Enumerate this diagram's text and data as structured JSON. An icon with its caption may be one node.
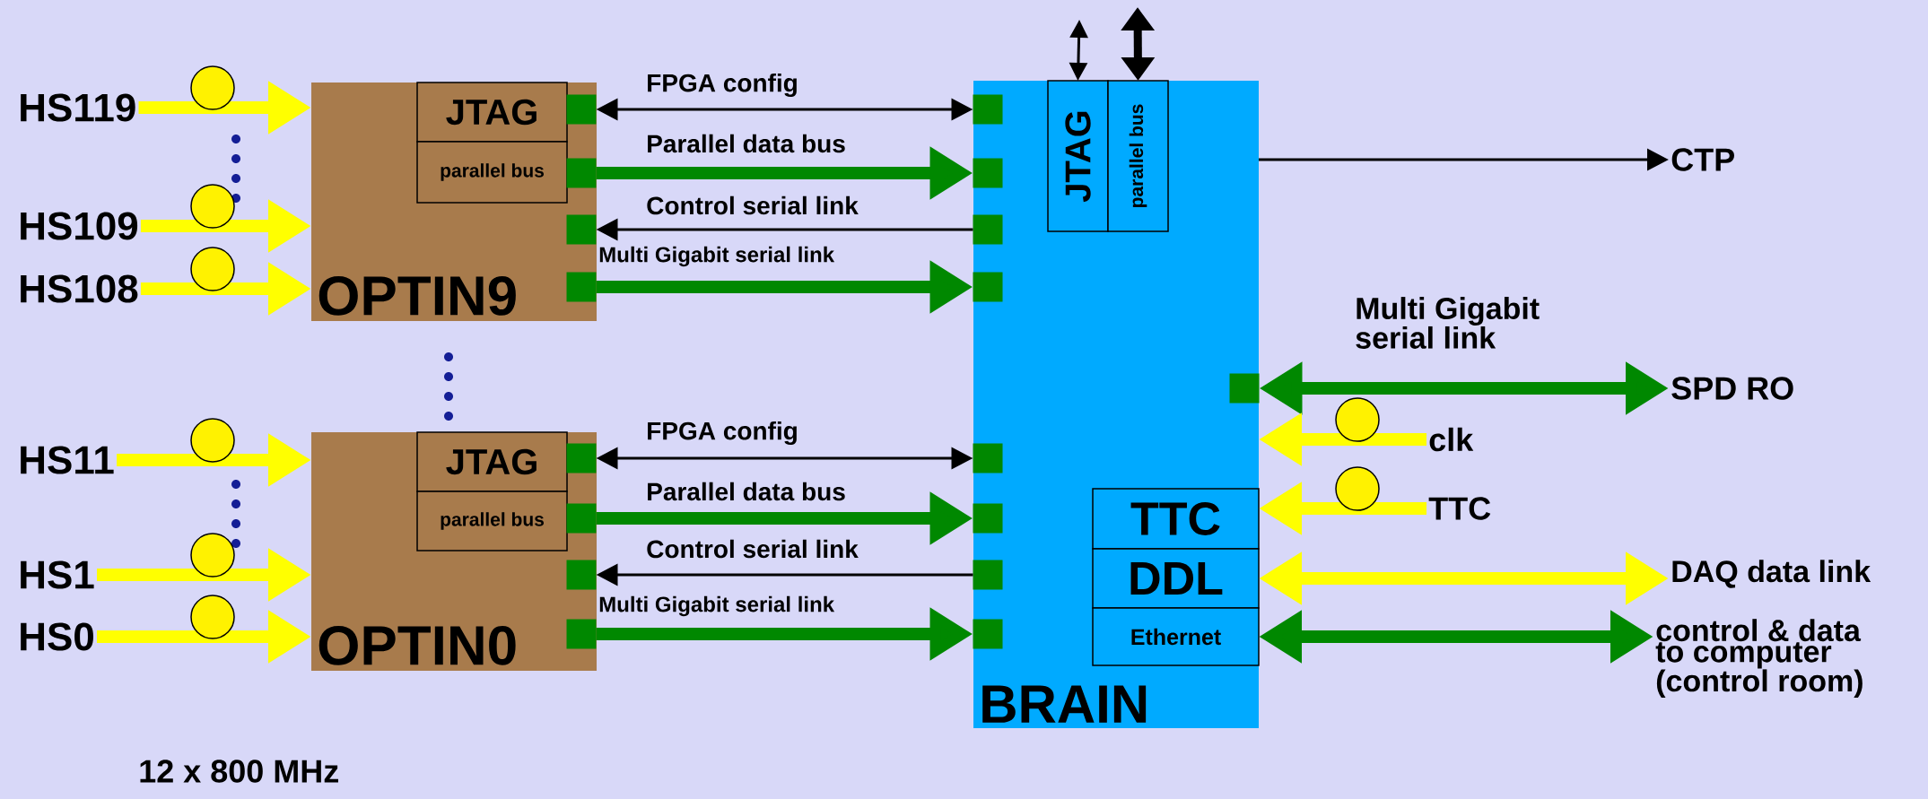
{
  "diagram": {
    "nodes": [
      {
        "text": [
          "HS119"
        ]
      },
      {
        "text": [
          "HS109"
        ]
      },
      {
        "text": [
          "HS108"
        ]
      },
      {
        "text": [
          "OPTIN9"
        ]
      },
      {
        "text": [
          "JTAG"
        ],
        "in": 3
      },
      {
        "text": [
          "parallel bus"
        ],
        "in": 3
      },
      {
        "text": [],
        "shape": "box",
        "in": 3
      },
      {
        "text": [],
        "shape": "box",
        "in": 3
      },
      {
        "text": [],
        "shape": "box",
        "in": 3
      },
      {
        "text": [],
        "shape": "box",
        "in": 3
      },
      {
        "text": [
          "HS11"
        ]
      },
      {
        "text": [
          "HS1"
        ]
      },
      {
        "text": [
          "HS0"
        ]
      },
      {
        "text": [
          "OPTIN0"
        ]
      },
      {
        "text": [
          "JTAG"
        ],
        "in": 13
      },
      {
        "text": [
          "parallel bus"
        ],
        "in": 13
      },
      {
        "text": [],
        "shape": "box",
        "in": 13
      },
      {
        "text": [],
        "shape": "box",
        "in": 13
      },
      {
        "text": [],
        "shape": "box",
        "in": 13
      },
      {
        "text": [],
        "shape": "box",
        "in": 13
      },
      {
        "text": [
          "BRAIN"
        ]
      },
      {
        "text": [
          "JTAG"
        ],
        "in": 20
      },
      {
        "text": [
          "parallel bus"
        ],
        "in": 20
      },
      {
        "text": [],
        "shape": "box",
        "in": 20
      },
      {
        "text": [],
        "shape": "box",
        "in": 20
      },
      {
        "text": [],
        "shape": "box",
        "in": 20
      },
      {
        "text": [],
        "shape": "box",
        "in": 20
      },
      {
        "text": [],
        "shape": "box",
        "in": 20
      },
      {
        "text": [],
        "shape": "box",
        "in": 20
      },
      {
        "text": [],
        "shape": "box",
        "in": 20
      },
      {
        "text": [],
        "shape": "box",
        "in": 20
      },
      {
        "text": [],
        "shape": "box",
        "in": 20
      },
      {
        "text": [
          "TTC"
        ],
        "in": 20
      },
      {
        "text": [
          "DDL"
        ],
        "in": 20
      },
      {
        "text": [
          "Ethernet"
        ],
        "in": 20
      },
      {
        "text": [
          "CTP"
        ]
      },
      {
        "text": [
          "SPD RO"
        ]
      },
      {
        "text": [
          "clk"
        ]
      },
      {
        "text": [
          "TTC"
        ]
      },
      {
        "text": [
          "DAQ data link"
        ]
      },
      {
        "text": [
          "control & data to computer (control room)"
        ]
      }
    ],
    "edges": [
      {
        "from": 0,
        "to": 3,
        "arrow": "to",
        "color": "#ffff00"
      },
      {
        "from": 1,
        "to": 3,
        "arrow": "to",
        "color": "#ffff00"
      },
      {
        "from": 2,
        "to": 3,
        "arrow": "to",
        "color": "#ffff00"
      },
      {
        "from": 6,
        "to": 23,
        "arrow": "both",
        "color": "#000000",
        "label": "FPGA config"
      },
      {
        "from": 7,
        "to": 24,
        "arrow": "to",
        "color": "#008800",
        "label": "Parallel data bus"
      },
      {
        "from": 25,
        "to": 8,
        "arrow": "to",
        "color": "#000000",
        "label": "Control serial link"
      },
      {
        "from": 9,
        "to": 26,
        "arrow": "to",
        "color": "#008800",
        "label": "Multi Gigabit serial link"
      },
      {
        "from": 10,
        "to": 13,
        "arrow": "to",
        "color": "#ffff00"
      },
      {
        "from": 11,
        "to": 13,
        "arrow": "to",
        "color": "#ffff00"
      },
      {
        "from": 12,
        "to": 13,
        "arrow": "to",
        "color": "#ffff00"
      },
      {
        "from": 16,
        "to": 27,
        "arrow": "both",
        "color": "#000000",
        "label": "FPGA config"
      },
      {
        "from": 17,
        "to": 28,
        "arrow": "to",
        "color": "#008800",
        "label": "Parallel data bus"
      },
      {
        "from": 29,
        "to": 18,
        "arrow": "to",
        "color": "#000000",
        "label": "Control serial link"
      },
      {
        "from": 19,
        "to": 30,
        "arrow": "to",
        "color": "#008800",
        "label": "Multi Gigabit serial link"
      },
      {
        "from": null,
        "to": 21,
        "arrow": "both",
        "color": "#000000"
      },
      {
        "from": null,
        "to": 22,
        "arrow": "both",
        "color": "#000000"
      },
      {
        "from": 20,
        "to": 35,
        "arrow": "to",
        "color": "#000000"
      },
      {
        "from": 31,
        "to": 36,
        "arrow": "both",
        "color": "#008800",
        "label": "Multi Gigabit serial link"
      },
      {
        "from": 37,
        "to": 20,
        "arrow": "to",
        "color": "#ffff00"
      },
      {
        "from": 38,
        "to": 32,
        "arrow": "to",
        "color": "#ffff00"
      },
      {
        "from": 33,
        "to": 39,
        "arrow": "both",
        "color": "#ffff00"
      },
      {
        "from": 34,
        "to": 40,
        "arrow": "both",
        "color": "#008800"
      }
    ],
    "labels": [
      "12 x 800 MHz"
    ]
  }
}
